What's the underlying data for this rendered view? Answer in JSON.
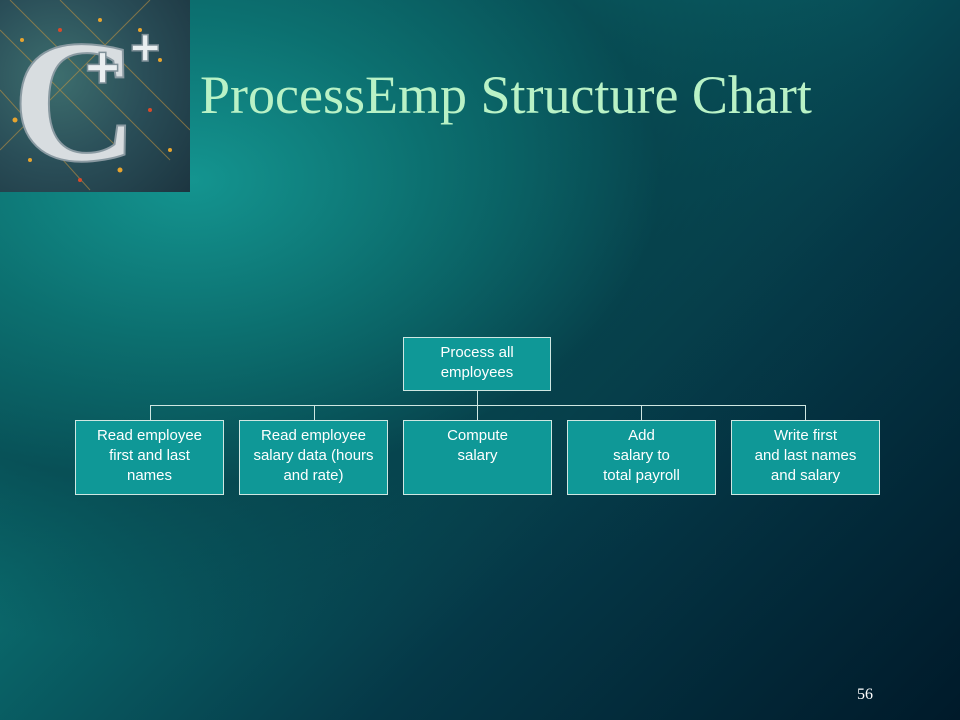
{
  "slide": {
    "title": "ProcessEmp Structure Chart",
    "page_number": "56",
    "logo": {
      "icon": "cpp-book-cover-logo"
    }
  },
  "structure_chart": {
    "root": {
      "label": "Process all\nemployees"
    },
    "children": [
      {
        "label": "Read employee\nfirst and last\nnames"
      },
      {
        "label": "Read employee\nsalary data (hours\nand rate)"
      },
      {
        "label": "Compute\nsalary"
      },
      {
        "label": "Add\nsalary to\ntotal payroll"
      },
      {
        "label": "Write first\nand last names\nand salary"
      }
    ]
  }
}
